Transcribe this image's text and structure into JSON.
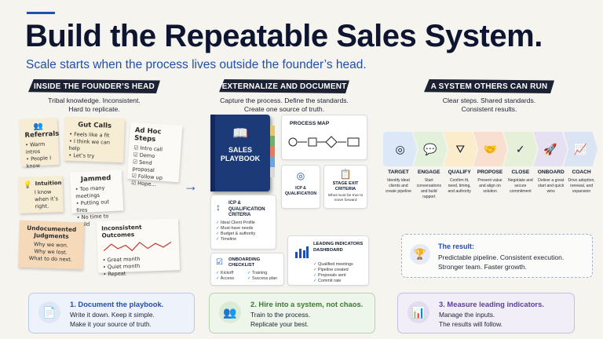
{
  "title": "Build the Repeatable Sales System.",
  "subtitle": "Scale starts when the process lives outside the founder’s head.",
  "columns": [
    {
      "heading": "INSIDE THE FOUNDER’S HEAD",
      "desc1": "Tribal knowledge. Inconsistent.",
      "desc2": "Hard to replicate."
    },
    {
      "heading": "EXTERNALIZE AND DOCUMENT",
      "desc1": "Capture the process. Define the standards.",
      "desc2": "Create one source of truth."
    },
    {
      "heading": "A SYSTEM OTHERS CAN RUN",
      "desc1": "Clear steps. Shared standards.",
      "desc2": "Consistent results."
    }
  ],
  "notes": {
    "referrals": {
      "title": "Referrals",
      "items": [
        "Warm intros",
        "People I know"
      ]
    },
    "gut_calls": {
      "title": "Gut Calls",
      "items": [
        "Feels like a fit",
        "I think we can help",
        "Let’s try"
      ]
    },
    "ad_hoc": {
      "title": "Ad Hoc Steps",
      "items": [
        "Intro call",
        "Demo",
        "Send proposal",
        "Follow up",
        "Hope..."
      ]
    },
    "intuition": {
      "title": "Intuition",
      "text": "I know when it’s right."
    },
    "jammed": {
      "title": "Jammed",
      "items": [
        "Too many meetings",
        "Putting out fires",
        "No time to build"
      ]
    },
    "undocumented": {
      "title": "Undocumented Judgments",
      "items": [
        "Why we won.",
        "Why we lost.",
        "What to do next."
      ]
    },
    "inconsistent": {
      "title": "Inconsistent Outcomes",
      "items": [
        "Great month",
        "Quiet month",
        "Repeat"
      ]
    }
  },
  "playbook": {
    "line1": "SALES",
    "line2": "PLAYBOOK"
  },
  "process_map": {
    "title": "PROCESS MAP"
  },
  "icp_card": {
    "title": "ICP & QUALIFICATION"
  },
  "stage_exit": {
    "title": "STAGE EXIT CRITERIA",
    "desc": "What must be true to move forward"
  },
  "icp_criteria": {
    "title": "ICP & QUALIFICATION CRITERIA",
    "items": [
      "Ideal Client Profile",
      "Must-have needs",
      "Budget & authority",
      "Timeline"
    ]
  },
  "leading": {
    "title": "LEADING INDICATORS DASHBOARD",
    "items": [
      "Qualified meetings",
      "Pipeline created",
      "Proposals sent",
      "Commit rate"
    ]
  },
  "onboarding": {
    "title": "ONBOARDING CHECKLIST",
    "items": [
      "Kickoff",
      "Training",
      "Access",
      "Success plan"
    ]
  },
  "stages": [
    {
      "name": "TARGET",
      "desc": "Identify ideal clients and create pipeline",
      "color": "#dce8f7",
      "icon": "◎"
    },
    {
      "name": "ENGAGE",
      "desc": "Start conversations and build rapport",
      "color": "#e2f0dc",
      "icon": "💬"
    },
    {
      "name": "QUALIFY",
      "desc": "Confirm fit, need, timing, and authority",
      "color": "#fbeccc",
      "icon": "⛛"
    },
    {
      "name": "PROPOSE",
      "desc": "Present value and align on solution",
      "color": "#f8dfcf",
      "icon": "🤝"
    },
    {
      "name": "CLOSE",
      "desc": "Negotiate and secure commitment",
      "color": "#e6efd8",
      "icon": "✓"
    },
    {
      "name": "ONBOARD",
      "desc": "Deliver a great start and quick wins",
      "color": "#e6e0f3",
      "icon": "🚀"
    },
    {
      "name": "COACH",
      "desc": "Drive adoption, renewal, and expansion",
      "color": "#dbe4f2",
      "icon": "📈"
    }
  ],
  "result": {
    "title": "The result:",
    "line1": "Predictable pipeline. Consistent execution.",
    "line2": "Stronger team. Faster growth."
  },
  "bottom": [
    {
      "title": "1. Document the playbook.",
      "line1": "Write it down. Keep it simple.",
      "line2": "Make it your source of truth.",
      "accent": "#1f4fb0",
      "bg": "#eef2fa",
      "border": "#b9c9e6",
      "icon_bg": "#dfe7f5"
    },
    {
      "title": "2. Hire into a system, not chaos.",
      "line1": "Train to the process.",
      "line2": "Replicate your best.",
      "accent": "#3a7a34",
      "bg": "#eef5ea",
      "border": "#b9d3b0",
      "icon_bg": "#dcebd5"
    },
    {
      "title": "3. Measure leading indicators.",
      "line1": "Manage the inputs.",
      "line2": "The results will follow.",
      "accent": "#5b3f9a",
      "bg": "#f1eef7",
      "border": "#c8bde0",
      "icon_bg": "#e3dcf1"
    }
  ]
}
